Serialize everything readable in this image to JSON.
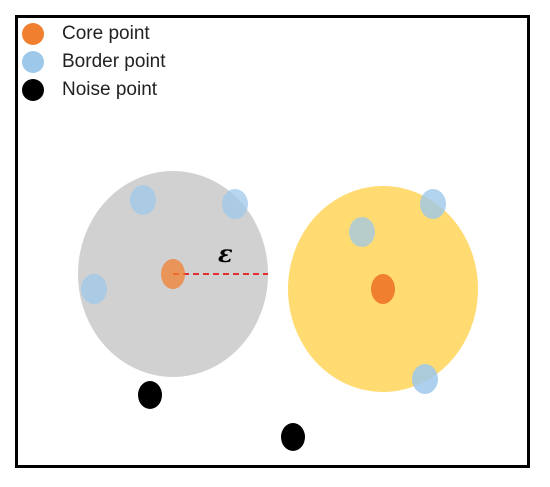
{
  "legend": {
    "core_label": "Core point",
    "border_label": "Border point",
    "noise_label": "Noise point"
  },
  "colors": {
    "core": "#f07f2f",
    "border": "#9dc8ea",
    "noise": "#000000",
    "cluster_gray": "#c9c9c9",
    "cluster_yellow": "#ffd24d",
    "epsilon_line": "#e03030",
    "frame": "#000000"
  },
  "diagram": {
    "epsilon_label": "ε",
    "clusters": [
      {
        "name": "gray-cluster",
        "color_key": "cluster_gray"
      },
      {
        "name": "yellow-cluster",
        "color_key": "cluster_yellow"
      }
    ]
  }
}
